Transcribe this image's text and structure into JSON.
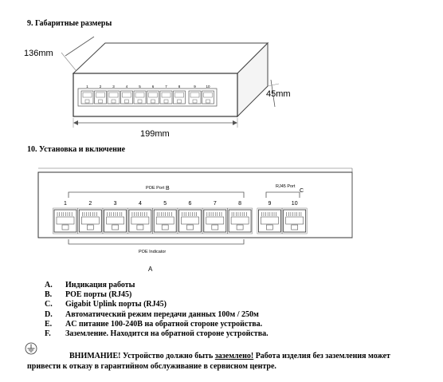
{
  "section9": {
    "title": "9. Габаритные размеры"
  },
  "dimensions": {
    "depth": "136mm",
    "height": "45mm",
    "width": "199mm",
    "port_numbers": [
      "1",
      "2",
      "3",
      "4",
      "5",
      "6",
      "7",
      "8",
      "9",
      "10"
    ]
  },
  "section10": {
    "title": "10. Установка и включение"
  },
  "panel": {
    "poe_group_label": "POE Port",
    "poe_group_letter": "B",
    "rj45_group_label": "RJ45 Port",
    "rj45_group_letter": "C",
    "indicator_label": "POE Indicator",
    "indicator_letter": "A",
    "port_numbers": [
      "1",
      "2",
      "3",
      "4",
      "5",
      "6",
      "7",
      "8",
      "9",
      "10"
    ]
  },
  "legend": [
    {
      "letter": "A.",
      "text": "Индикация работы"
    },
    {
      "letter": "B.",
      "text": "POE порты (RJ45)"
    },
    {
      "letter": "C.",
      "text": "Gigabit Uplink порты (RJ45)"
    },
    {
      "letter": "D.",
      "text": "Автоматический режим передачи данных 100м / 250м"
    },
    {
      "letter": "E.",
      "text": "AC питание 100-240В на обратной стороне устройства."
    },
    {
      "letter": "F.",
      "text": "Заземление. Находится на обратной стороне устройства."
    }
  ],
  "warning": {
    "part1": "ВНИМАНИЕ! Устройство должно быть ",
    "underlined": "заземлено!",
    "part2": "  Работа изделия без заземления может привести к отказу в гарантийном обслуживание в сервисном центре."
  }
}
